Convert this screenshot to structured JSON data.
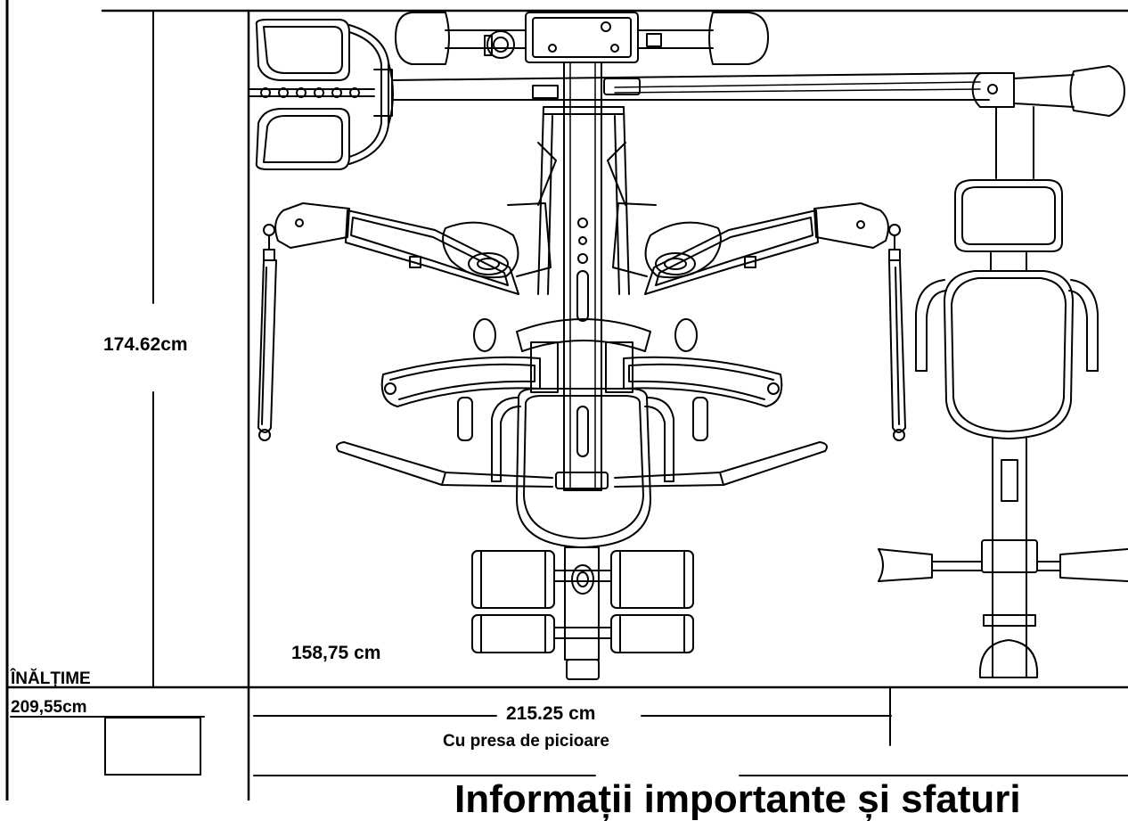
{
  "labels": {
    "dim_height": "174.62cm",
    "dim_width": "158,75 cm",
    "dim_length": "215.25 cm",
    "note_leg_press": "Cu presa de picioare",
    "total_height_label": "ÎNĂLȚIME",
    "total_height_value": "209,55cm",
    "section_title": "Informații importante și sfaturi"
  },
  "colors": {
    "line": "#000000",
    "background": "#ffffff"
  }
}
